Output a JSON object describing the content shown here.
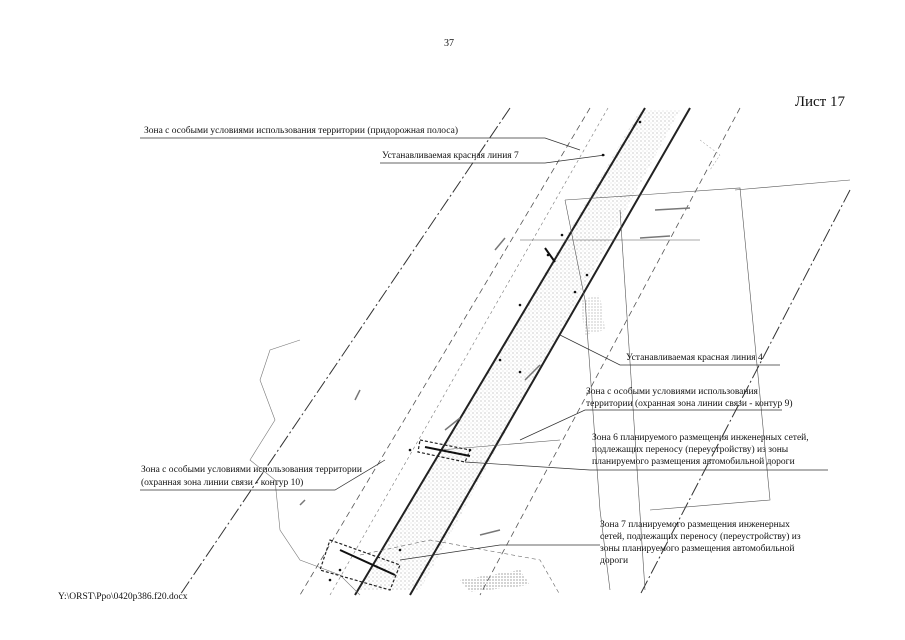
{
  "page": {
    "number": "37",
    "sheet_label": "Лист 17",
    "file_path": "Y:\\ORST\\Ppo\\0420p386.f20.docx"
  },
  "labels": {
    "zone_roadside": "Зона с особыми условиями использования территории (придорожная полоса)",
    "red_line_7": "Устанавливаемая красная линия 7",
    "red_line_4": "Устанавливаемая красная линия 4",
    "zone_comm_9_line1": "Зона с особыми условиями использования",
    "zone_comm_9_line2": "территории (охранная зона линии связи - контур 9)",
    "zone6_line1": "Зона 6 планируемого размещения инженерных сетей,",
    "zone6_line2": "подлежащих переносу (переустройству) из зоны",
    "zone6_line3": "планируемого размещения автомобильной дороги",
    "zone_comm_10_line1": "Зона с особыми условиями использования территории",
    "zone_comm_10_line2": "(охранная зона линии связи - контур 10)",
    "zone7_line1": "Зона 7 планируемого размещения инженерных",
    "zone7_line2": "сетей, подлежащих переносу (переустройству) из",
    "zone7_line3": "зоны планируемого размещения автомобильной",
    "zone7_line4": "дороги"
  }
}
